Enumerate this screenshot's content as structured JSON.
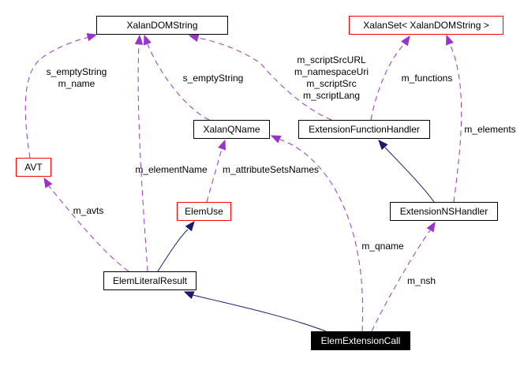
{
  "colors": {
    "usage_edge": "#9a32cd",
    "inheritance_edge": "#191970",
    "undocumented_border": "#ff0000"
  },
  "nodes": {
    "xalan_dom_string": "XalanDOMString",
    "xalan_set": "XalanSet< XalanDOMString >",
    "xalan_qname": "XalanQName",
    "extension_function_handler": "ExtensionFunctionHandler",
    "avt": "AVT",
    "elem_use": "ElemUse",
    "extension_ns_handler": "ExtensionNSHandler",
    "elem_literal_result": "ElemLiteralResult",
    "elem_extension_call": "ElemExtensionCall"
  },
  "edge_labels": {
    "avt_to_string": [
      "s_emptyString",
      "m_name"
    ],
    "qname_to_string": "s_emptyString",
    "efh_to_string": [
      "m_scriptSrcURL",
      "m_namespaceUri",
      "m_scriptSrc",
      "m_scriptLang"
    ],
    "efh_to_set": "m_functions",
    "nsh_to_set": "m_elements",
    "elr_to_string": "m_elementName",
    "elemuse_to_qname": "m_attributeSetsNames",
    "elr_to_avt": "m_avts",
    "call_to_qname": "m_qname",
    "call_to_nsh": "m_nsh"
  }
}
